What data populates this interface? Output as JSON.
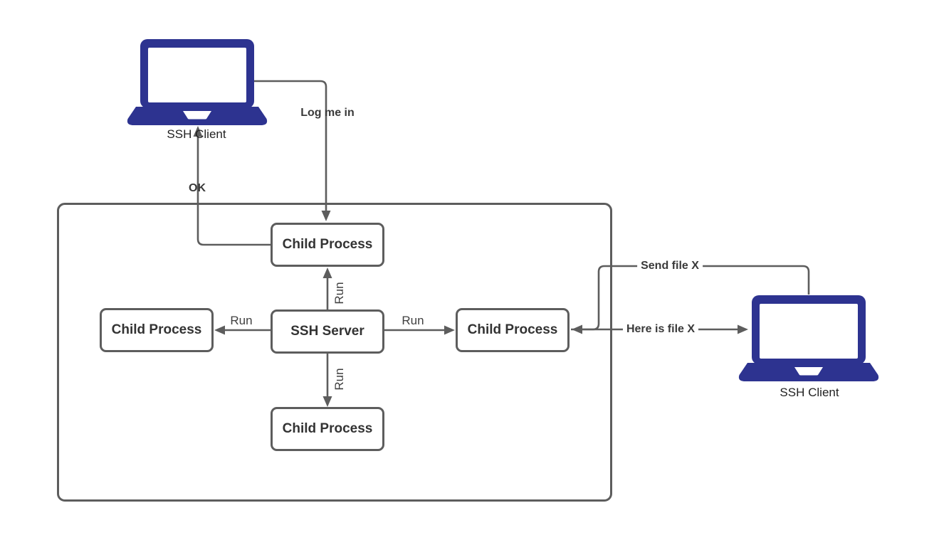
{
  "diagram": {
    "nodes": {
      "child_top": {
        "label": "Child Process"
      },
      "child_left": {
        "label": "Child Process"
      },
      "ssh_server": {
        "label": "SSH Server"
      },
      "child_right": {
        "label": "Child Process"
      },
      "child_bottom": {
        "label": "Child Process"
      }
    },
    "clients": {
      "left": {
        "label": "SSH Client"
      },
      "right": {
        "label": "SSH Client"
      }
    },
    "edges": {
      "log_me_in": {
        "label": "Log me in"
      },
      "ok": {
        "label": "OK"
      },
      "send_file_x": {
        "label": "Send file X"
      },
      "here_is_file_x": {
        "label": "Here is file X"
      },
      "run_top": {
        "label": "Run"
      },
      "run_bottom": {
        "label": "Run"
      },
      "run_left": {
        "label": "Run"
      },
      "run_right": {
        "label": "Run"
      }
    },
    "colors": {
      "laptop": "#2d3390",
      "line": "#5d5d5d",
      "node_text": "#333333",
      "label_text": "#3a3a3a"
    }
  }
}
